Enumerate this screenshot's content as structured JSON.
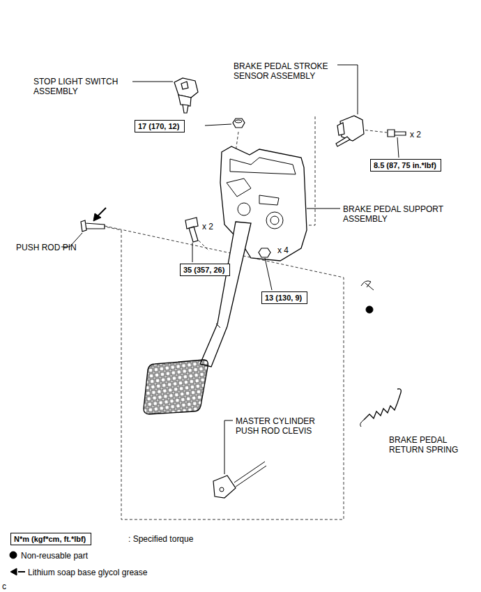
{
  "diagram": {
    "nodes": [
      {
        "text": [
          "17 (170, 12)"
        ]
      },
      {
        "text": [
          "8.5 (87, 75 in.*lbf)"
        ]
      },
      {
        "text": [
          "35 (357, 26)"
        ]
      },
      {
        "text": [
          "13 (130, 9)"
        ]
      },
      {
        "text": [
          "N*m (kgf*cm, ft.*lbf)"
        ]
      }
    ],
    "labels": [
      "STOP LIGHT SWITCH ASSEMBLY",
      "BRAKE PEDAL STROKE SENSOR ASSEMBLY",
      "x 2",
      "BRAKE PEDAL SUPPORT ASSEMBLY",
      "PUSH ROD PIN",
      "x 2",
      "x 4",
      "MASTER CYLINDER PUSH ROD CLEVIS",
      "BRAKE PEDAL RETURN SPRING",
      "c"
    ],
    "legend": [
      {
        "text": ": Specified torque"
      },
      {
        "text": "Non-reusable part"
      },
      {
        "text": "Lithium soap base glycol grease"
      }
    ]
  }
}
